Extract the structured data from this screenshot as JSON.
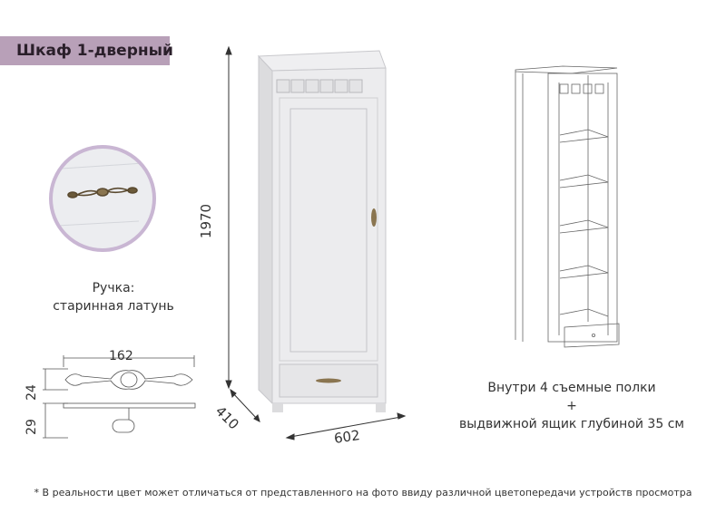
{
  "title": "Шкаф 1-дверный",
  "colors": {
    "banner": "#b8a0b8",
    "circle_border": "#c9b6d3",
    "cabinet": "#e8e8ea"
  },
  "handle": {
    "label_line1": "Ручка:",
    "label_line2": "старинная латунь",
    "dims": {
      "length": "162",
      "width": "24",
      "depth": "29"
    }
  },
  "cabinet": {
    "dims": {
      "height": "1970",
      "depth": "410",
      "width": "602"
    }
  },
  "interior": {
    "caption_line1": "Внутри 4 съемные полки",
    "caption_plus": "+",
    "caption_line2": "выдвижной ящик глубиной 35 см"
  },
  "footnote": "* В реальности цвет может отличаться от представленного на фото ввиду различной цветопередачи устройств просмотра"
}
